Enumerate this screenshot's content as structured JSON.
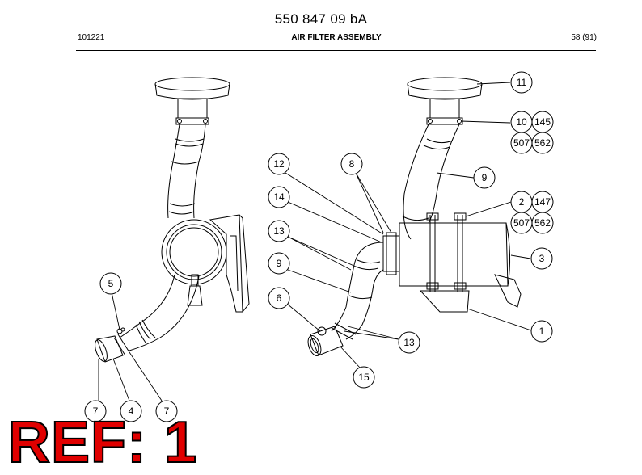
{
  "header": {
    "doc_number": "550 847 09 bA",
    "date_code": "101221",
    "section_title": "AIR FILTER ASSEMBLY",
    "page": "58 (91)"
  },
  "callouts": {
    "c11": "11",
    "c10": "10",
    "c145": "145",
    "c507a": "507",
    "c562a": "562",
    "c9r": "9",
    "c2": "2",
    "c147": "147",
    "c507b": "507",
    "c562b": "562",
    "c3": "3",
    "c1": "1",
    "c12": "12",
    "c8": "8",
    "c14": "14",
    "c13a": "13",
    "c9l": "9",
    "c6": "6",
    "c13b": "13",
    "c15": "15",
    "c5": "5",
    "c7a": "7",
    "c4": "4",
    "c7b": "7"
  },
  "ref_stamp": "REF: 1"
}
